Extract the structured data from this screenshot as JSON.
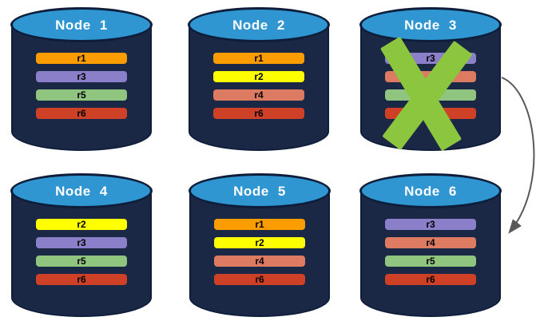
{
  "background": "#FFFFFF",
  "palette": {
    "cylinder_body": "#1A2846",
    "cylinder_outline": "#0E1E3A",
    "cylinder_top": "#2F96D2",
    "title_text": "#FFFFFF",
    "replica_text": "#000000"
  },
  "nodes": [
    {
      "title": "Node 1",
      "failed": false,
      "replicas": [
        {
          "label": "r1",
          "color": "#FB9D00"
        },
        {
          "label": "r3",
          "color": "#8C7FC9"
        },
        {
          "label": "r5",
          "color": "#8FC57E"
        },
        {
          "label": "r6",
          "color": "#CF4127"
        }
      ]
    },
    {
      "title": "Node 2",
      "failed": false,
      "replicas": [
        {
          "label": "r1",
          "color": "#FB9D00"
        },
        {
          "label": "r2",
          "color": "#FFFF00"
        },
        {
          "label": "r4",
          "color": "#DD7A62"
        },
        {
          "label": "r6",
          "color": "#CF4127"
        }
      ]
    },
    {
      "title": "Node 3",
      "failed": true,
      "replicas": [
        {
          "label": "r3",
          "color": "#8C7FC9"
        },
        {
          "label": "",
          "color": "#DD7A62"
        },
        {
          "label": "",
          "color": "#8FC57E"
        },
        {
          "label": "",
          "color": "#CF4127"
        }
      ]
    },
    {
      "title": "Node 4",
      "failed": false,
      "replicas": [
        {
          "label": "r2",
          "color": "#FFFF00"
        },
        {
          "label": "r3",
          "color": "#8C7FC9"
        },
        {
          "label": "r5",
          "color": "#8FC57E"
        },
        {
          "label": "r6",
          "color": "#CF4127"
        }
      ]
    },
    {
      "title": "Node 5",
      "failed": false,
      "replicas": [
        {
          "label": "r1",
          "color": "#FB9D00"
        },
        {
          "label": "r2",
          "color": "#FFFF00"
        },
        {
          "label": "r4",
          "color": "#DD7A62"
        },
        {
          "label": "r6",
          "color": "#CF4127"
        }
      ]
    },
    {
      "title": "Node 6",
      "failed": false,
      "replicas": [
        {
          "label": "r3",
          "color": "#8C7FC9"
        },
        {
          "label": "r4",
          "color": "#DD7A62"
        },
        {
          "label": "r5",
          "color": "#8FC57E"
        },
        {
          "label": "r6",
          "color": "#CF4127"
        }
      ]
    }
  ],
  "failure_mark": {
    "node": "Node 3",
    "shape": "x-cross",
    "color": "#8CC63F"
  },
  "arrow": {
    "from": "Node 3",
    "to": "Node 6",
    "color": "#595959"
  }
}
